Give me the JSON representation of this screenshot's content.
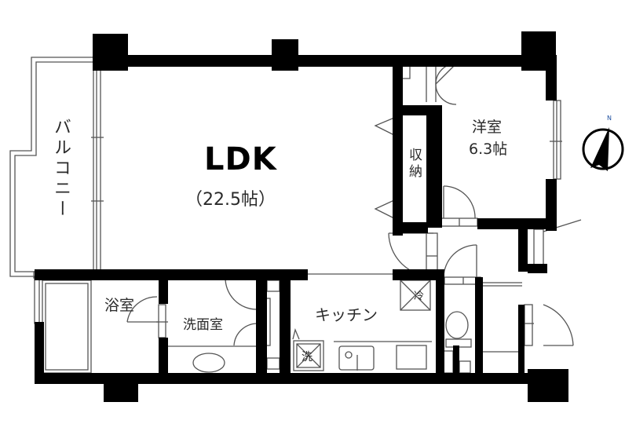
{
  "plan": {
    "type": "apartment-floor-plan",
    "layout": "1LDK",
    "rooms": {
      "ldk": {
        "name": "LDK",
        "area": "（22.5帖）"
      },
      "western_room": {
        "name": "洋室",
        "area": "6.3帖"
      },
      "storage": {
        "name": "収納"
      },
      "balcony": {
        "name": "バルコニー"
      },
      "bathroom": {
        "name": "浴室"
      },
      "washroom": {
        "name": "洗面室"
      },
      "kitchen": {
        "name": "キッチン"
      }
    },
    "fixtures": {
      "fridge_mark": "冷",
      "washer_mark": "洗"
    },
    "compass": {
      "label": "N"
    },
    "colors": {
      "wall": "#000000",
      "line": "#444444",
      "text": "#2a2a2a",
      "background": "#ffffff"
    }
  }
}
